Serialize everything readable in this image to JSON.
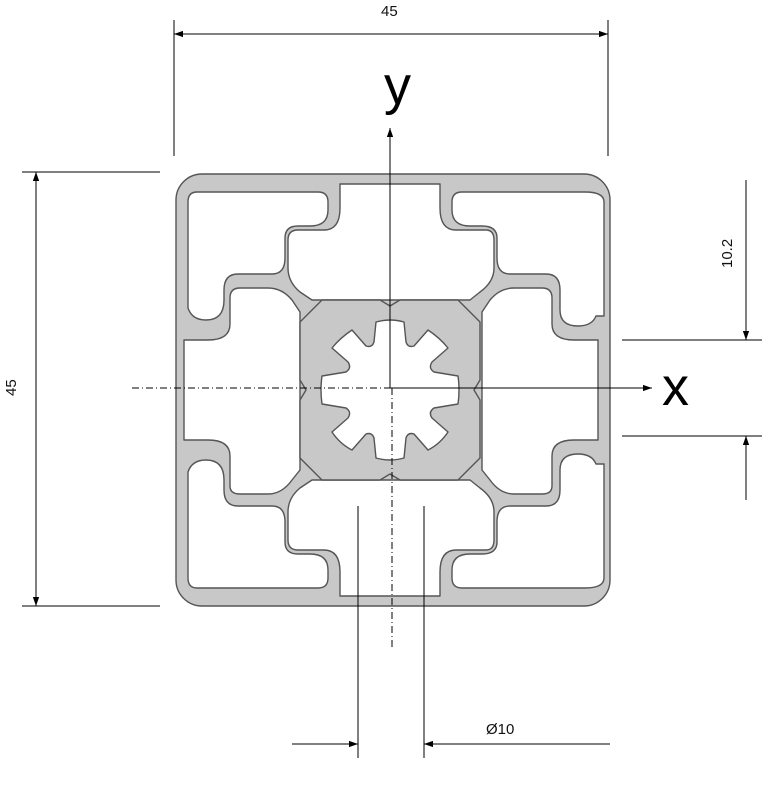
{
  "dimensions": {
    "width_label": "45",
    "height_label": "45",
    "slot_offset_label": "10.2",
    "bore_label": "Ø10"
  },
  "axes": {
    "x_label": "x",
    "y_label": "y"
  },
  "colors": {
    "profile_fill": "#c8c8c8",
    "profile_stroke": "#555555",
    "line": "#000000"
  }
}
